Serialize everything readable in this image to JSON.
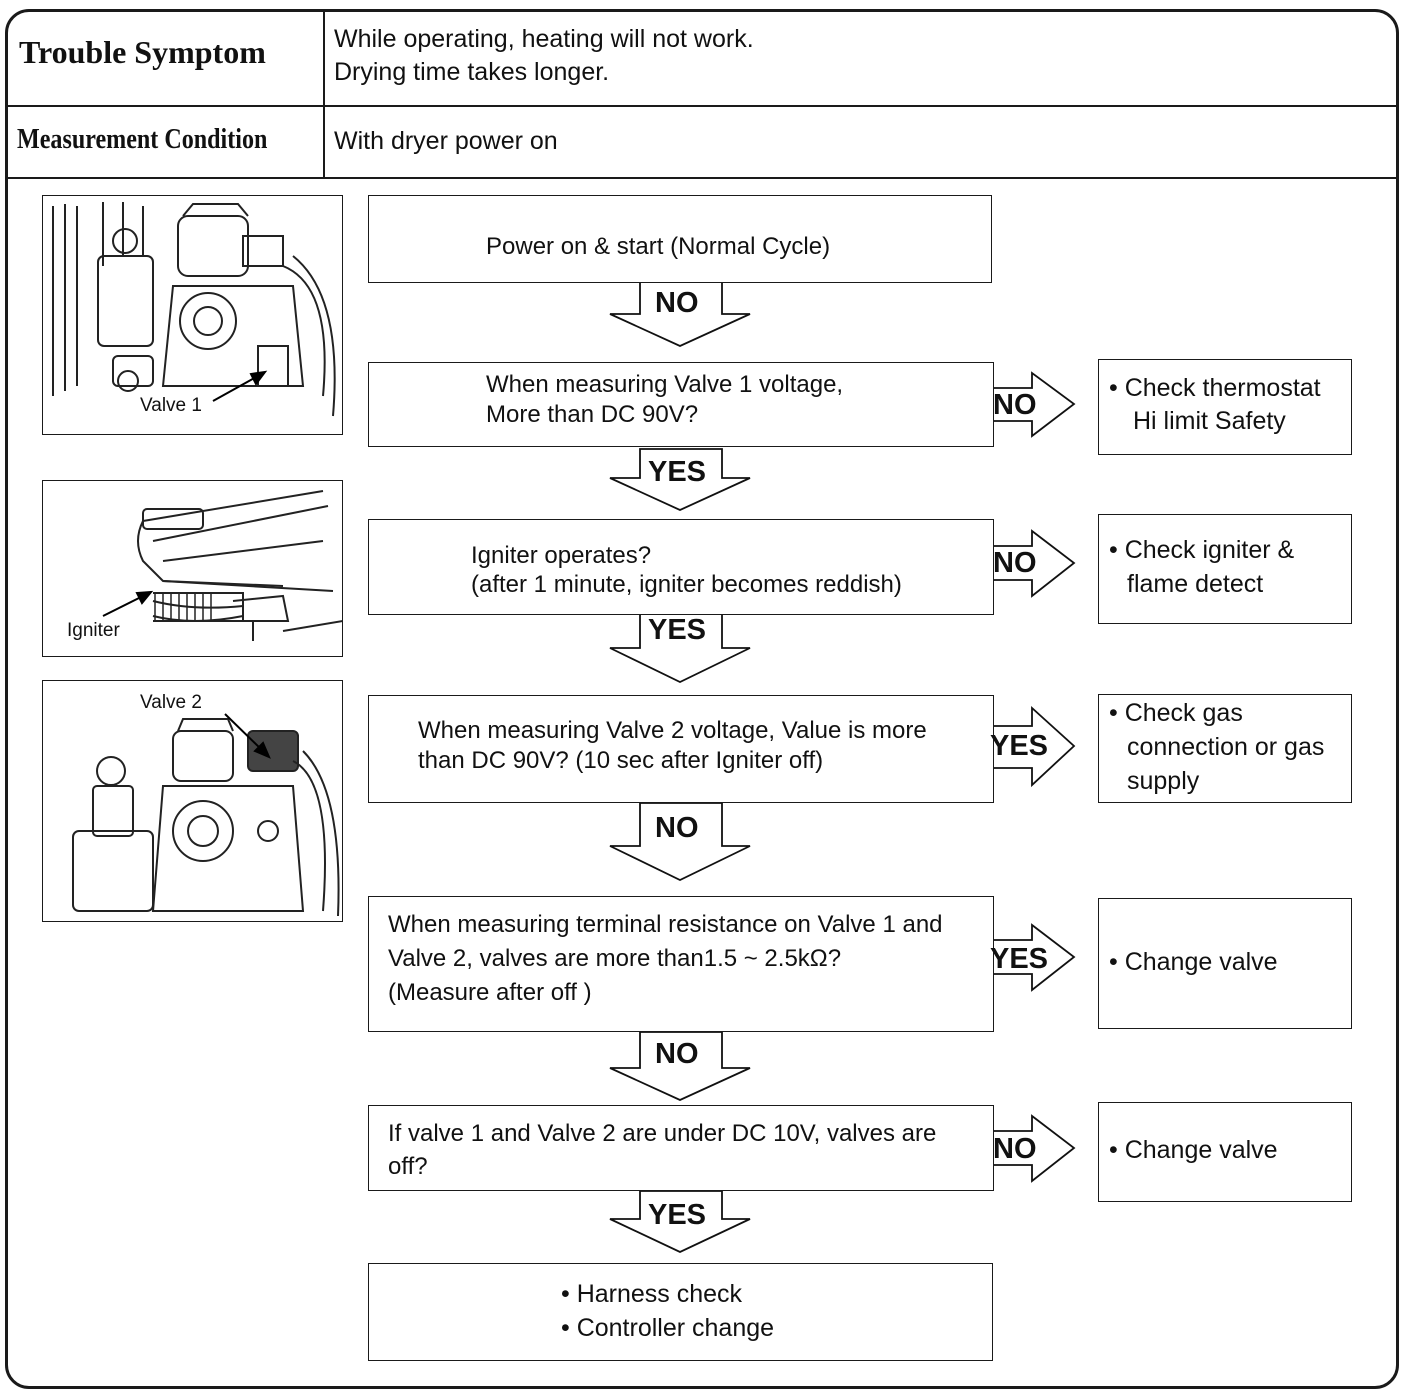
{
  "header": {
    "trouble_symptom_label": "Trouble Symptom",
    "trouble_symptom_line1": "While operating, heating will not work.",
    "trouble_symptom_line2": "Drying time takes longer.",
    "measurement_condition_label": "Measurement Condition",
    "measurement_condition_value": "With dryer power on"
  },
  "photos": {
    "valve1_label": "Valve 1",
    "igniter_label": "Igniter",
    "valve2_label": "Valve 2"
  },
  "flow": {
    "step1": "Power on & start (Normal Cycle)",
    "ans1": "NO",
    "step2_line1": "When measuring Valve 1 voltage,",
    "step2_line2": "More than  DC 90V?",
    "ans2_down": "YES",
    "ans2_right": "NO",
    "result2_line1": "• Check thermostat",
    "result2_line2": "Hi limit Safety",
    "step3_line1": "Igniter operates?",
    "step3_line2": "(after 1 minute, igniter becomes reddish)",
    "ans3_down": "YES",
    "ans3_right": "NO",
    "result3_line1": "• Check igniter &",
    "result3_line2": "flame detect",
    "step4_line1": "When measuring Valve 2 voltage, Value is more",
    "step4_line2": "than DC 90V? (10 sec after Igniter off)",
    "ans4_down": "NO",
    "ans4_right": "YES",
    "result4_line1": "• Check gas",
    "result4_line2": "connection or gas",
    "result4_line3": "supply",
    "step5_line1": "When measuring terminal resistance on Valve 1 and",
    "step5_line2": "Valve 2, valves are more than1.5 ~ 2.5kΩ?",
    "step5_line3": "(Measure after off )",
    "ans5_down": "NO",
    "ans5_right": "YES",
    "result5": "• Change valve",
    "step6_line1": "If valve 1 and Valve 2 are under DC 10V, valves are",
    "step6_line2": "off?",
    "ans6_down": "YES",
    "ans6_right": "NO",
    "result6": "• Change valve",
    "final_line1": "• Harness check",
    "final_line2": "• Controller change"
  }
}
